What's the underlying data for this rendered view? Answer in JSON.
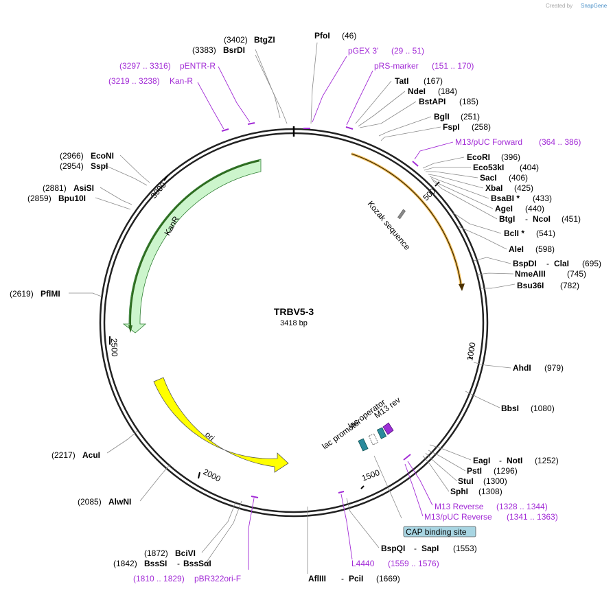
{
  "logo": {
    "created_by": "Created by",
    "brand": "SnapGene"
  },
  "plasmid": {
    "name": "TRBV5-3",
    "length": "3418 bp",
    "length_bp": 3418
  },
  "ticks": [
    "500",
    "1000",
    "1500",
    "2000",
    "2500",
    "3000"
  ],
  "enzymes": [
    {
      "name": "BtgZI",
      "pos": "(3402)"
    },
    {
      "name": "BsrDI",
      "pos": "(3383)"
    },
    {
      "name": "PfoI",
      "pos": "(46)"
    },
    {
      "name": "TatI",
      "pos": "(167)"
    },
    {
      "name": "NdeI",
      "pos": "(184)"
    },
    {
      "name": "BstAPI",
      "pos": "(185)"
    },
    {
      "name": "BglI",
      "pos": "(251)"
    },
    {
      "name": "FspI",
      "pos": "(258)"
    },
    {
      "name": "EcoRI",
      "pos": "(396)"
    },
    {
      "name": "Eco53kI",
      "pos": "(404)"
    },
    {
      "name": "SacI",
      "pos": "(406)"
    },
    {
      "name": "XbaI",
      "pos": "(425)"
    },
    {
      "name": "BsaBI *",
      "pos": "(433)"
    },
    {
      "name": "AgeI",
      "pos": "(440)"
    },
    {
      "name": "BtgI",
      "sep": "-",
      "name2": "NcoI",
      "pos": "(451)"
    },
    {
      "name": "BclI *",
      "pos": "(541)"
    },
    {
      "name": "AleI",
      "pos": "(598)"
    },
    {
      "name": "BspDI",
      "sep": "-",
      "name2": "ClaI",
      "pos": "(695)"
    },
    {
      "name": "NmeAIII",
      "pos": "(745)"
    },
    {
      "name": "Bsu36I",
      "pos": "(782)"
    },
    {
      "name": "AhdI",
      "pos": "(979)"
    },
    {
      "name": "BbsI",
      "pos": "(1080)"
    },
    {
      "name": "EagI",
      "sep": "-",
      "name2": "NotI",
      "pos": "(1252)"
    },
    {
      "name": "PstI",
      "pos": "(1296)"
    },
    {
      "name": "StuI",
      "pos": "(1300)"
    },
    {
      "name": "SphI",
      "pos": "(1308)"
    },
    {
      "name": "BspQI",
      "sep": "-",
      "name2": "SapI",
      "pos": "(1553)"
    },
    {
      "name": "AflIII",
      "sep": "-",
      "name2": "PciI",
      "pos": "(1669)"
    },
    {
      "name": "BciVI",
      "pos": "(1872)"
    },
    {
      "name": "BssSI",
      "sep": "-",
      "name2": "BssSαI",
      "pos": "(1842)"
    },
    {
      "name": "AlwNI",
      "pos": "(2085)"
    },
    {
      "name": "AcuI",
      "pos": "(2217)"
    },
    {
      "name": "PflMI",
      "pos": "(2619)"
    },
    {
      "name": "Bpu10I",
      "pos": "(2859)"
    },
    {
      "name": "AsiSI",
      "pos": "(2881)"
    },
    {
      "name": "SspI",
      "pos": "(2954)"
    },
    {
      "name": "EcoNI",
      "pos": "(2966)"
    }
  ],
  "primers": [
    {
      "name": "pGEX 3'",
      "range": "(29 .. 51)"
    },
    {
      "name": "pRS-marker",
      "range": "(151 .. 170)"
    },
    {
      "name": "M13/pUC Forward",
      "range": "(364 .. 386)"
    },
    {
      "name": "pENTR-R",
      "range": "(3297 .. 3316)"
    },
    {
      "name": "Kan-R",
      "range": "(3219 .. 3238)"
    },
    {
      "name": "M13 Reverse",
      "range": "(1328 .. 1344)"
    },
    {
      "name": "M13/pUC Reverse",
      "range": "(1341 .. 1363)"
    },
    {
      "name": "L4440",
      "range": "(1559 .. 1576)"
    },
    {
      "name": "pBR322ori-F",
      "range": "(1810 .. 1829)"
    }
  ],
  "features": {
    "kanr": "KanR",
    "ori": "ori",
    "kozak": "Kozak sequence",
    "lac_operator": "lac operator",
    "lac_promoter": "lac promoter",
    "m13_rev": "M13 rev",
    "cap": "CAP binding site"
  },
  "colors": {
    "kanr": "#ccf5cc",
    "kanr_edge": "#2e7d32",
    "ori": "#ffff00",
    "orange": "#f6a623",
    "primer": "#a22bd6",
    "cap": "#a8d5e2",
    "lac_promoter": "#2a8a9c",
    "m13": "#9b2fd6"
  }
}
